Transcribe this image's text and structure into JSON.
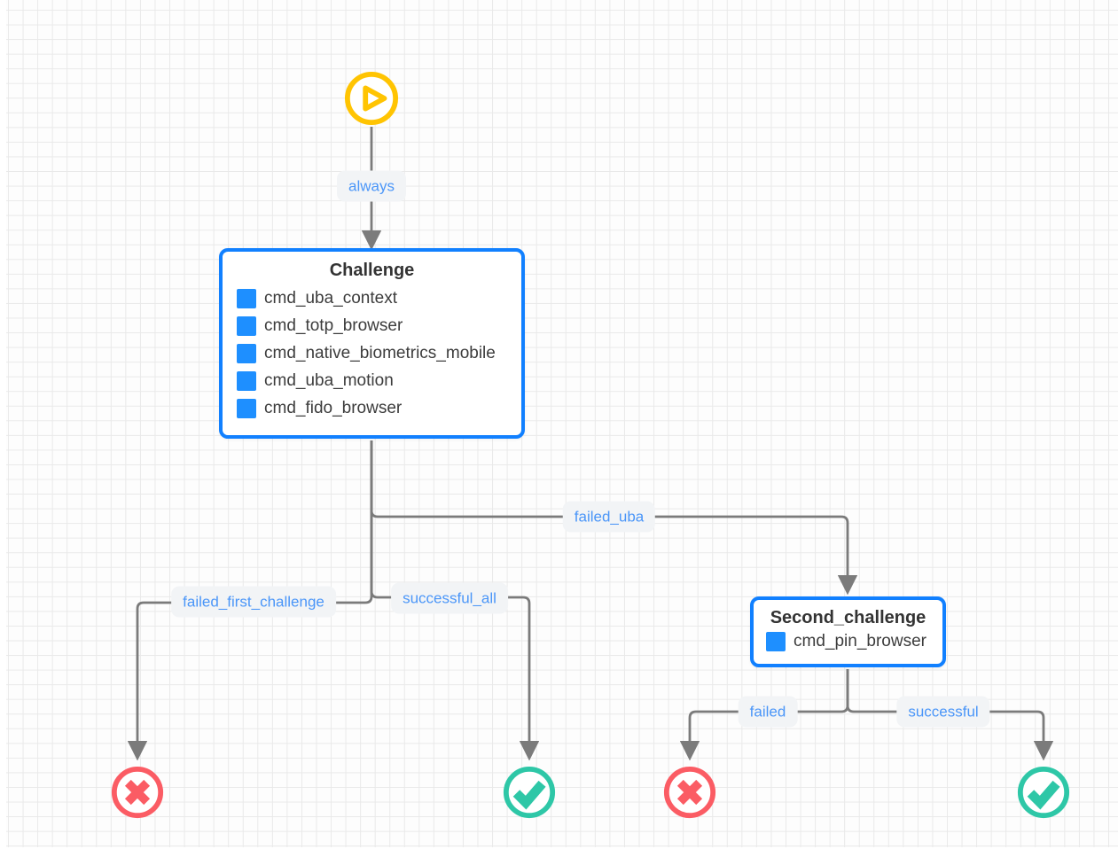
{
  "diagram": {
    "start_node": {
      "icon": "play-icon",
      "color": "#ffc402"
    },
    "nodes": [
      {
        "id": "challenge",
        "title": "Challenge",
        "items": [
          "cmd_uba_context",
          "cmd_totp_browser",
          "cmd_native_biometrics_mobile",
          "cmd_uba_motion",
          "cmd_fido_browser"
        ]
      },
      {
        "id": "second_challenge",
        "title": "Second_challenge",
        "items": [
          "cmd_pin_browser"
        ]
      }
    ],
    "edges": [
      {
        "label": "always",
        "from": "start",
        "to": "Challenge"
      },
      {
        "label": "failed_uba",
        "from": "Challenge",
        "to": "Second_challenge"
      },
      {
        "label": "failed_first_challenge",
        "from": "Challenge",
        "to": "failure-end-1"
      },
      {
        "label": "successful_all",
        "from": "Challenge",
        "to": "success-end-1"
      },
      {
        "label": "failed",
        "from": "Second_challenge",
        "to": "failure-end-2"
      },
      {
        "label": "successful",
        "from": "Second_challenge",
        "to": "success-end-2"
      }
    ],
    "end_nodes": [
      {
        "id": "failure-end-1",
        "type": "failure",
        "icon": "cross-icon"
      },
      {
        "id": "success-end-1",
        "type": "success",
        "icon": "check-icon"
      },
      {
        "id": "failure-end-2",
        "type": "failure",
        "icon": "cross-icon"
      },
      {
        "id": "success-end-2",
        "type": "success",
        "icon": "check-icon"
      }
    ],
    "colors": {
      "node_border": "#1180ff",
      "command_chip": "#1e8fff",
      "edge_line": "#7b7b7b",
      "edge_label_text": "#4b96f8",
      "edge_label_bg": "#f2f4f6",
      "start": "#ffc402",
      "failure": "#fb5c64",
      "success": "#2ec7a7",
      "grid_line": "#e9e9e9"
    }
  }
}
